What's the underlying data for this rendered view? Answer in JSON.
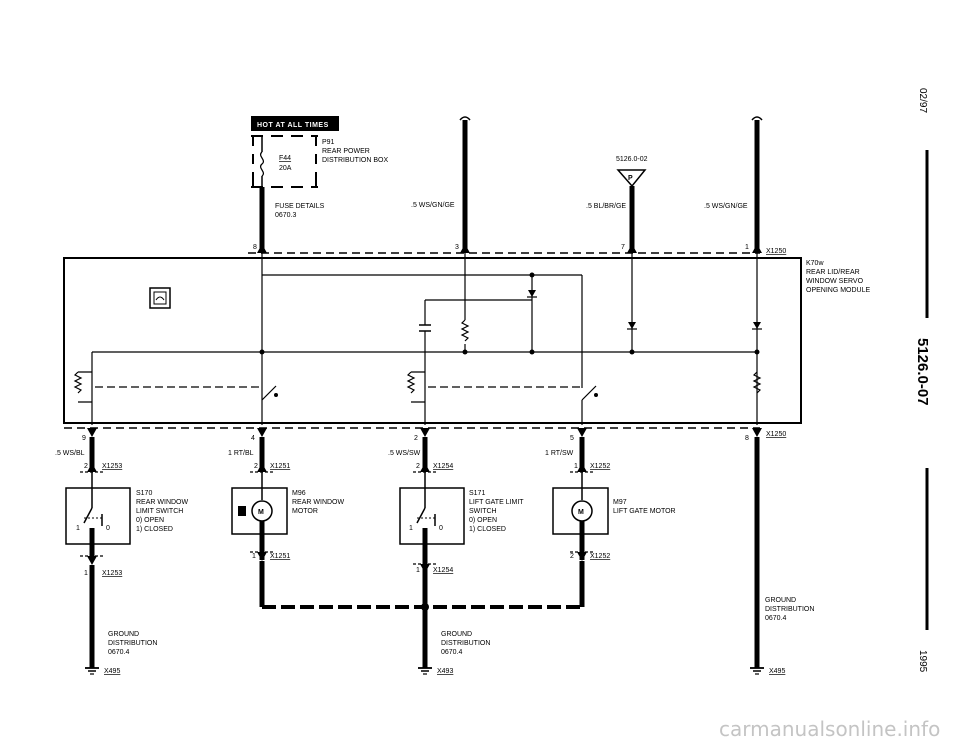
{
  "header": {
    "hot_label": "HOT AT ALL TIMES",
    "fuse_box_code": "P91",
    "fuse_box_name_1": "REAR POWER",
    "fuse_box_name_2": "DISTRIBUTION BOX",
    "fuse_id": "F44",
    "fuse_rating": "20A",
    "fuse_details_1": "FUSE DETAILS",
    "fuse_details_2": "0670.3"
  },
  "top_wires": {
    "wire_a": ".5 WS/GN/GE",
    "wire_b": ".5 BL/BR/GE",
    "wire_c": ".5 WS/GN/GE",
    "splice_ref": "5126.0-02",
    "splice_letter": "P"
  },
  "module": {
    "connector_top": "X1250",
    "connector_bottom": "X1250",
    "code": "K70w",
    "name_1": "REAR LID/REAR",
    "name_2": "WINDOW SERVO",
    "name_3": "OPENING MODULE",
    "pins_top": [
      "8",
      "3",
      "7",
      "1"
    ],
    "pins_bottom": [
      "9",
      "4",
      "2",
      "5",
      "8"
    ]
  },
  "branches": {
    "wire_s170": ".5 WS/BL",
    "wire_m96": "1 RT/BL",
    "wire_s171": ".5 WS/SW",
    "wire_m97": "1 RT/SW",
    "pin_s170_top": "2",
    "pin_m96_top": "2",
    "pin_s171_top": "2",
    "pin_m97_top": "1",
    "conn_s170_top": "X1253",
    "conn_m96_top": "X1251",
    "conn_s171_top": "X1254",
    "conn_m97_top": "X1252",
    "pin_s170_bot": "1",
    "pin_m96_bot": "1",
    "pin_s171_bot": "1",
    "pin_m97_bot": "2",
    "conn_s170_bot": "X1253",
    "conn_m96_bot": "X1251",
    "conn_s171_bot": "X1254",
    "conn_m97_bot": "X1252"
  },
  "components": {
    "s170_code": "S170",
    "s170_name_1": "REAR WINDOW",
    "s170_name_2": "LIMIT SWITCH",
    "s170_state_0": "0)  OPEN",
    "s170_state_1": "1)  CLOSED",
    "s170_pos_1": "1",
    "s170_pos_0": "0",
    "m96_code": "M96",
    "m96_name_1": "REAR WINDOW",
    "m96_name_2": "MOTOR",
    "s171_code": "S171",
    "s171_name_1": "LIFT GATE LIMIT",
    "s171_name_2": "SWITCH",
    "s171_state_0": "0)  OPEN",
    "s171_state_1": "1)  CLOSED",
    "s171_pos_1": "1",
    "s171_pos_0": "0",
    "m97_code": "M97",
    "m97_name_1": "LIFT GATE MOTOR",
    "motor_letter": "M"
  },
  "grounds": {
    "g1_1": "GROUND",
    "g1_2": "DISTRIBUTION",
    "g1_3": "0670.4",
    "g1_id": "X495",
    "g2_1": "GROUND",
    "g2_2": "DISTRIBUTION",
    "g2_3": "0670.4",
    "g2_id": "X493",
    "g3_1": "GROUND",
    "g3_2": "DISTRIBUTION",
    "g3_3": "0670.4",
    "g3_id": "X495"
  },
  "side": {
    "date": "02/97",
    "page": "5126.0-07",
    "year": "1995"
  },
  "watermark": "carmanualsonline.info"
}
